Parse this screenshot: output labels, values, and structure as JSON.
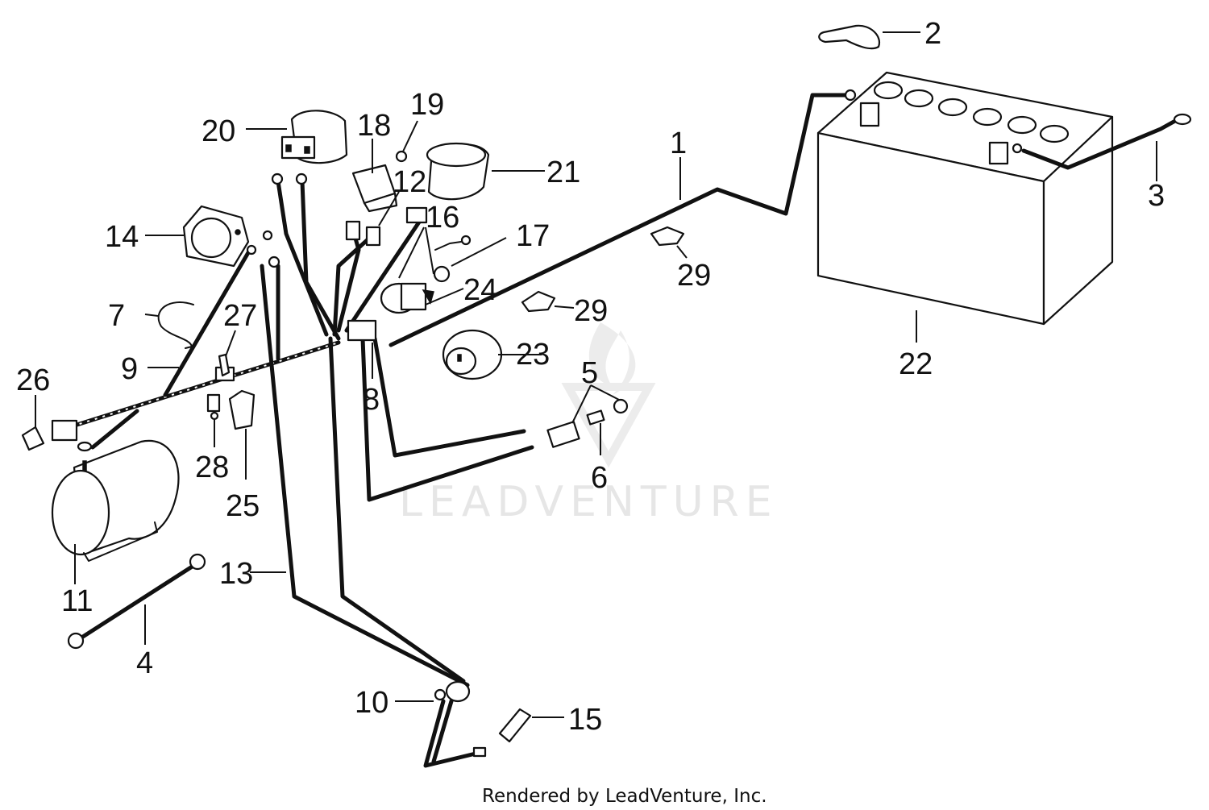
{
  "watermark": "LEADVENTURE",
  "credit": "Rendered by LeadVenture, Inc.",
  "callouts": [
    {
      "id": "c1",
      "text": "1"
    },
    {
      "id": "c2",
      "text": "2"
    },
    {
      "id": "c3",
      "text": "3"
    },
    {
      "id": "c4",
      "text": "4"
    },
    {
      "id": "c5",
      "text": "5"
    },
    {
      "id": "c6",
      "text": "6"
    },
    {
      "id": "c7",
      "text": "7"
    },
    {
      "id": "c8",
      "text": "8"
    },
    {
      "id": "c9",
      "text": "9"
    },
    {
      "id": "c10",
      "text": "10"
    },
    {
      "id": "c11",
      "text": "11"
    },
    {
      "id": "c12",
      "text": "12"
    },
    {
      "id": "c13",
      "text": "13"
    },
    {
      "id": "c14",
      "text": "14"
    },
    {
      "id": "c15",
      "text": "15"
    },
    {
      "id": "c16",
      "text": "16"
    },
    {
      "id": "c17",
      "text": "17"
    },
    {
      "id": "c18",
      "text": "18"
    },
    {
      "id": "c19",
      "text": "19"
    },
    {
      "id": "c20",
      "text": "20"
    },
    {
      "id": "c21",
      "text": "21"
    },
    {
      "id": "c22",
      "text": "22"
    },
    {
      "id": "c23",
      "text": "23"
    },
    {
      "id": "c24",
      "text": "24"
    },
    {
      "id": "c25",
      "text": "25"
    },
    {
      "id": "c26",
      "text": "26"
    },
    {
      "id": "c27",
      "text": "27"
    },
    {
      "id": "c28",
      "text": "28"
    },
    {
      "id": "c29a",
      "text": "29"
    },
    {
      "id": "c29b",
      "text": "29"
    }
  ]
}
